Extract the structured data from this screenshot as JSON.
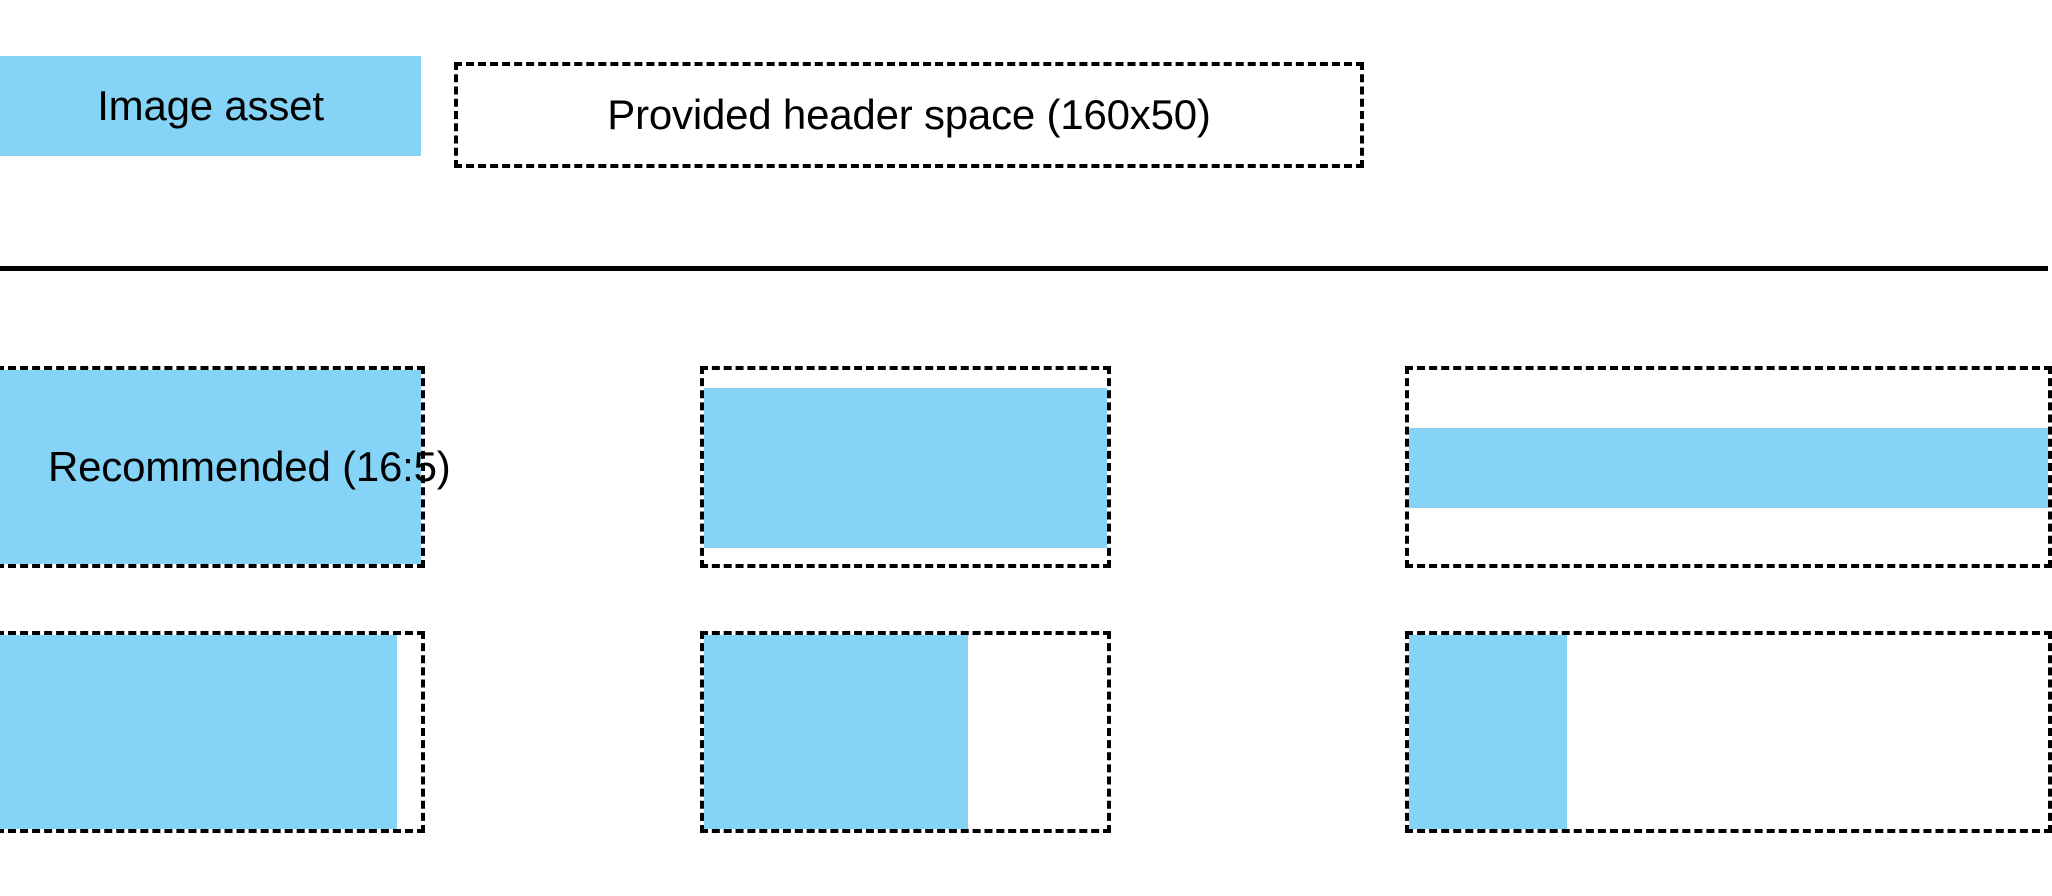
{
  "header": {
    "legend_swatch_label": "Image asset",
    "header_space_label": "Provided header space (160x50)",
    "swatch_color": "#85D4F7",
    "outline_color": "#000000",
    "divider_color": "#000000"
  },
  "grid": {
    "rows": [
      {
        "row_index": 1,
        "cells": [
          {
            "label": "Recommended (16:5)",
            "fill_mode": "full",
            "fill_color": "#85D4F7",
            "has_label": true
          },
          {
            "label": "",
            "fill_mode": "inset-vertical",
            "fill_color": "#85D4F7",
            "has_label": false
          },
          {
            "label": "",
            "fill_mode": "band-horizontal",
            "fill_color": "#85D4F7",
            "has_label": false
          }
        ]
      },
      {
        "row_index": 2,
        "cells": [
          {
            "label": "",
            "fill_mode": "left-wide",
            "fill_color": "#85D4F7",
            "has_label": false
          },
          {
            "label": "",
            "fill_mode": "left-medium",
            "fill_color": "#85D4F7",
            "has_label": false
          },
          {
            "label": "",
            "fill_mode": "left-narrow",
            "fill_color": "#85D4F7",
            "has_label": false
          }
        ]
      }
    ]
  }
}
